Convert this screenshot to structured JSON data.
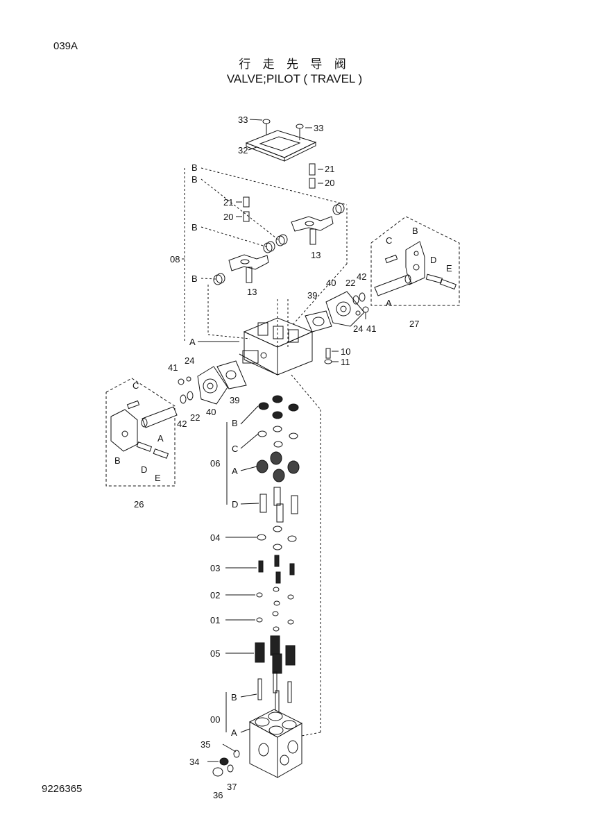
{
  "header": {
    "page_code": "039A",
    "title_cn": "行 走 先 导 阀",
    "title_en": "VALVE;PILOT ( TRAVEL )"
  },
  "footer": {
    "doc_number": "9226365"
  },
  "callouts": {
    "c33a": "33",
    "c33b": "33",
    "c32": "32",
    "c21a": "21",
    "c20a": "20",
    "c21b": "21",
    "c20b": "20",
    "c13a": "13",
    "c13b": "13",
    "c08": "08",
    "bA": "B",
    "bB": "B",
    "bC": "B",
    "bD": "B",
    "aMain": "A",
    "c39r": "39",
    "c40r": "40",
    "c22r": "22",
    "c42r": "42",
    "c24r": "24",
    "c41r": "41",
    "c10": "10",
    "c11": "11",
    "c27": "27",
    "r_c": "C",
    "r_b": "B",
    "r_d": "D",
    "r_e": "E",
    "r_a": "A",
    "c41l": "41",
    "c24l": "24",
    "c39l": "39",
    "c40l": "40",
    "c42l": "42",
    "c22l": "22",
    "c26": "26",
    "l_c": "C",
    "l_a": "A",
    "l_b": "B",
    "l_d": "D",
    "l_e": "E",
    "c06": "06",
    "g06b": "B",
    "g06c": "C",
    "g06a": "A",
    "g06d": "D",
    "c04": "04",
    "c03": "03",
    "c02": "02",
    "c01": "01",
    "c05": "05",
    "c00": "00",
    "g00b": "B",
    "g00a": "A",
    "c35": "35",
    "c34": "34",
    "c36": "36",
    "c37": "37"
  }
}
